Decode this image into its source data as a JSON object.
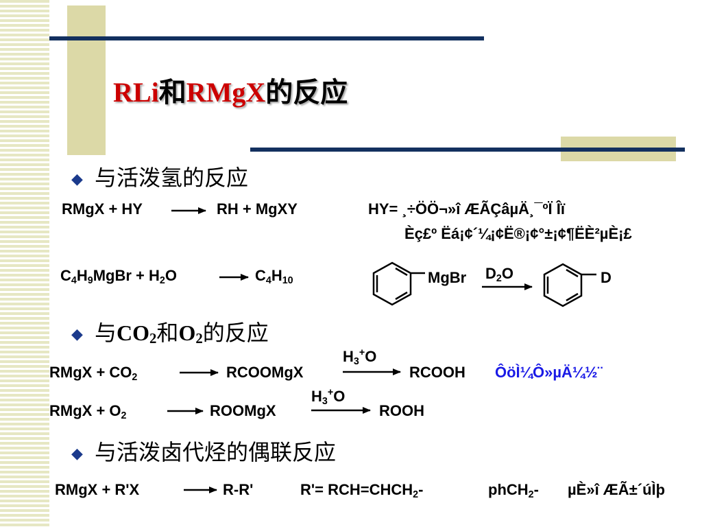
{
  "title": {
    "part1": "RLi",
    "part2": "和",
    "part3": "RMgX",
    "part4": "的反应"
  },
  "bullets": {
    "b1": "与活泼氢的反应",
    "b2_a": "与",
    "b2_b": "CO",
    "b2_c": "2",
    "b2_d": "和",
    "b2_e": "O",
    "b2_f": "2",
    "b2_g": "的反应",
    "b3": "与活泼卤代烃的偶联反应"
  },
  "eq1": {
    "lhs": "RMgX  + HY",
    "rhs": "RH  +  MgXY",
    "note1": "HY= ¸÷ÖÖ¬»î ÆÃÇâµÄ¸¯ºÏ Îï",
    "note2": "Èç£º Ëá¡¢´¼¡¢Ë®¡¢°±¡¢¶ËÈ²µÈ¡£"
  },
  "eq2": {
    "l1": "C",
    "l1s": "4",
    "l2": "H",
    "l2s": "9",
    "l3": "MgBr  + H",
    "l3s": "2",
    "l4": "O",
    "r1": "C",
    "r1s": "4",
    "r2": "H",
    "r2s": "10"
  },
  "eq3": {
    "mgbr": "MgBr",
    "reagent": "D",
    "reagent_s": "2",
    "reagent_o": "O",
    "product": "D"
  },
  "eq4": {
    "lhs": "RMgX  + CO",
    "lhs_s": "2",
    "mid": "RCOOMgX",
    "reagent": "H",
    "reagent_s": "3",
    "reagent_sup": "+",
    "reagent_o": "O",
    "rhs": "RCOOH",
    "note": "ÔöÌ¼Ô»µÄ¼½¨"
  },
  "eq5": {
    "lhs": "RMgX  + O",
    "lhs_s": "2",
    "mid": "ROOMgX",
    "reagent": "H",
    "reagent_s": "3",
    "reagent_sup": "+",
    "reagent_o": "O",
    "rhs": "ROOH"
  },
  "eq6": {
    "lhs": "RMgX  + R'X",
    "rhs": "R-R'",
    "note1": "R'= RCH=CHCH",
    "note1_s": "2",
    "note1_end": "-",
    "note2": "phCH",
    "note2_s": "2",
    "note2_end": "-",
    "note3": "µÈ»î ÆÃ±´úÌþ"
  },
  "colors": {
    "title_red": "#cc0000",
    "bar_navy": "#13305f",
    "tan": "#dcd9a7",
    "note_blue": "#1a1ae6"
  }
}
